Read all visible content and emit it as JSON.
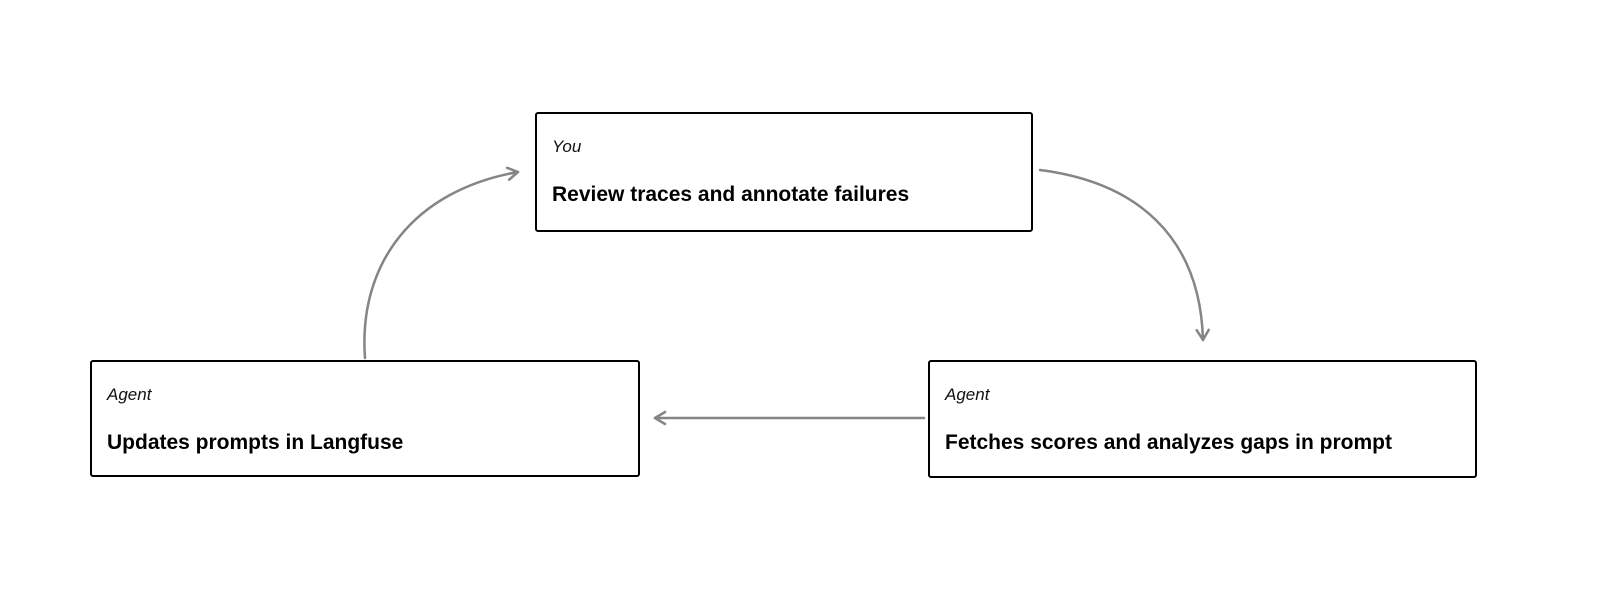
{
  "diagram": {
    "nodes": [
      {
        "id": "you-review",
        "role": "You",
        "label": "Review traces and annotate failures"
      },
      {
        "id": "agent-updates",
        "role": "Agent",
        "label": "Updates prompts in Langfuse"
      },
      {
        "id": "agent-fetches",
        "role": "Agent",
        "label": "Fetches scores and analyzes gaps in prompt"
      }
    ],
    "edges": [
      {
        "from": "agent-updates",
        "to": "you-review"
      },
      {
        "from": "you-review",
        "to": "agent-fetches"
      },
      {
        "from": "agent-fetches",
        "to": "agent-updates"
      }
    ],
    "colors": {
      "arrow": "#858585",
      "box_border": "#000000",
      "box_background": "#ffffff",
      "text": "#000000"
    }
  }
}
